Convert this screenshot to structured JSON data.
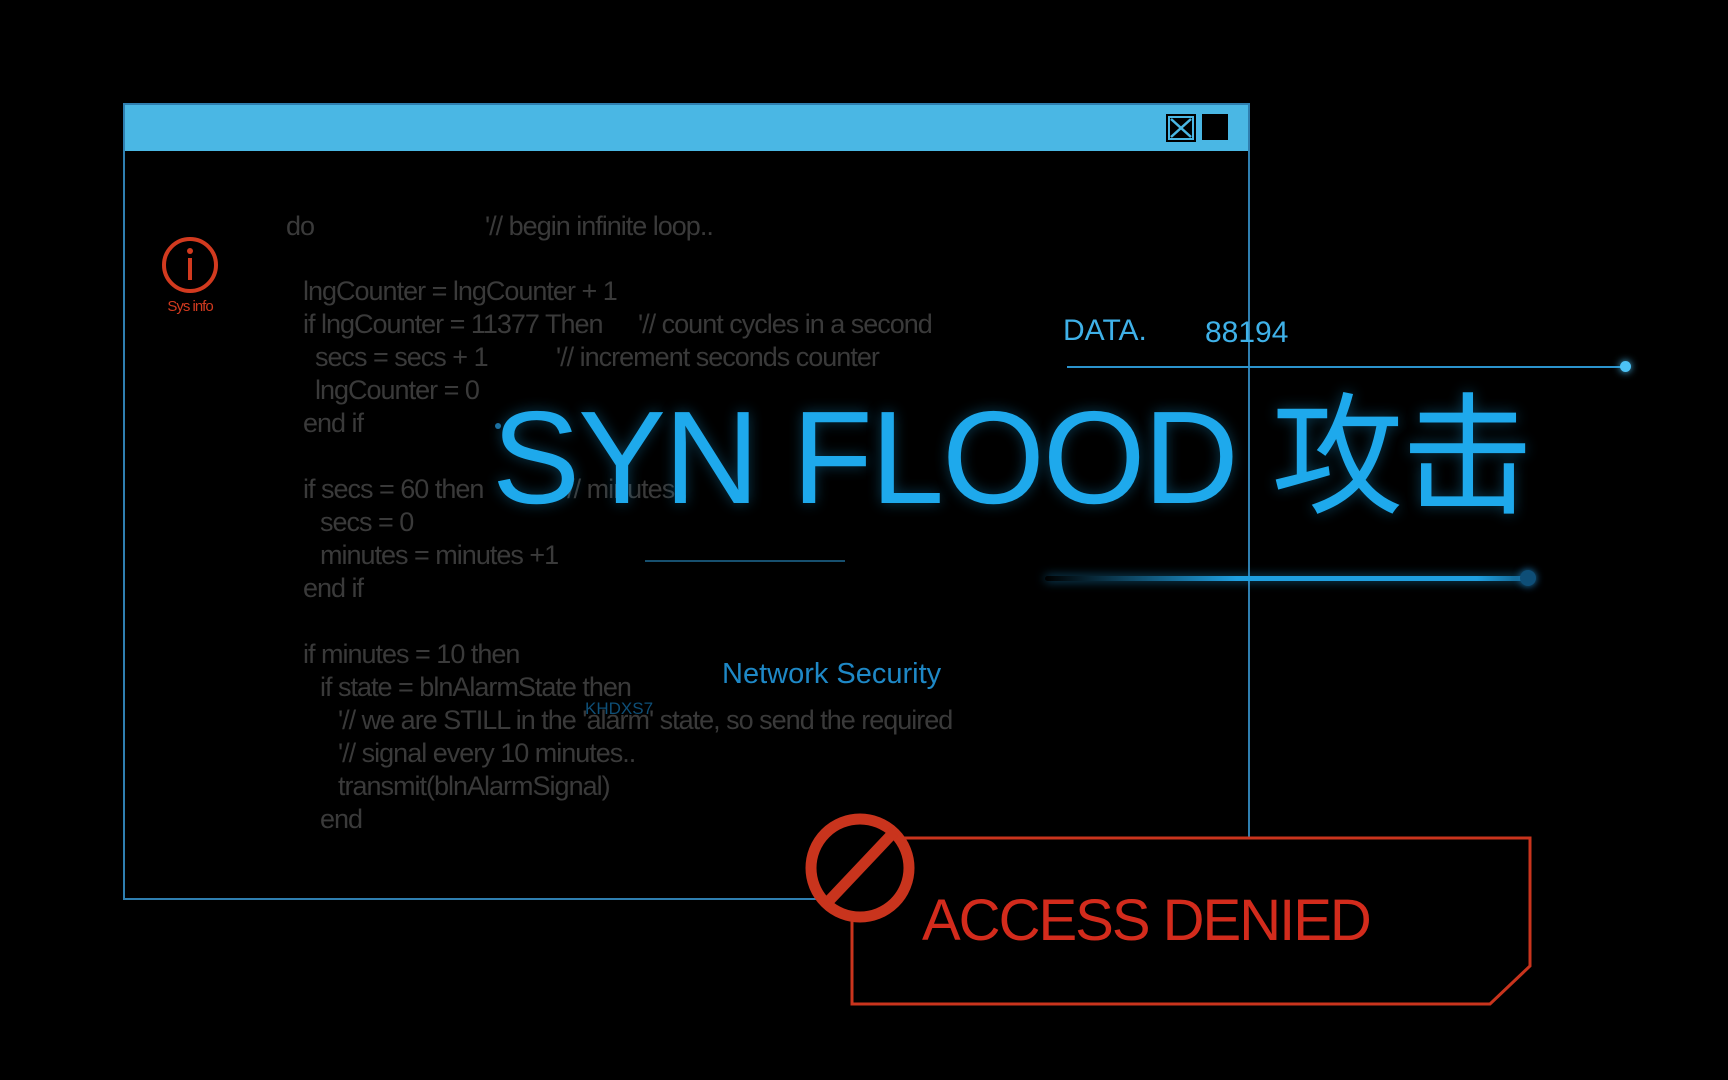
{
  "window": {
    "close_icon": "close-x-icon",
    "maximize_icon": "maximize-icon"
  },
  "sys_info": {
    "icon": "info-circle-icon",
    "label": "Sys info"
  },
  "code_lines": [
    {
      "code": "do",
      "comment": "'// begin infinite loop.."
    },
    {
      "code": "lngCounter = lngCounter + 1",
      "comment": ""
    },
    {
      "code": "if lngCounter = 11377 Then",
      "comment": "'// count cycles in a second"
    },
    {
      "code": "secs = secs + 1",
      "comment": "'// increment seconds counter"
    },
    {
      "code": "lngCounter = 0",
      "comment": ""
    },
    {
      "code": "end if",
      "comment": ""
    },
    {
      "code": "if secs = 60 then",
      "comment": "'// minutes.."
    },
    {
      "code": "secs = 0",
      "comment": ""
    },
    {
      "code": "minutes = minutes +1",
      "comment": ""
    },
    {
      "code": "end if",
      "comment": ""
    },
    {
      "code": "if minutes = 10 then",
      "comment": ""
    },
    {
      "code": "if state = blnAlarmState then",
      "comment": ""
    },
    {
      "code": "'// we are STILL in the 'alarm' state, so send the required",
      "comment": ""
    },
    {
      "code": "'// signal every 10 minutes..",
      "comment": ""
    },
    {
      "code": "transmit(blnAlarmSignal)",
      "comment": ""
    },
    {
      "code": "end",
      "comment": ""
    }
  ],
  "hud": {
    "data_label": "DATA.",
    "data_value": "88194",
    "headline": "SYN FLOOD 攻击",
    "network_security": "Network Security",
    "code_tag": "KHDXS7",
    "accent_color": "#1ea9ec"
  },
  "access": {
    "icon": "prohibited-icon",
    "label": "ACCESS DENIED",
    "color": "#d32b1c"
  }
}
